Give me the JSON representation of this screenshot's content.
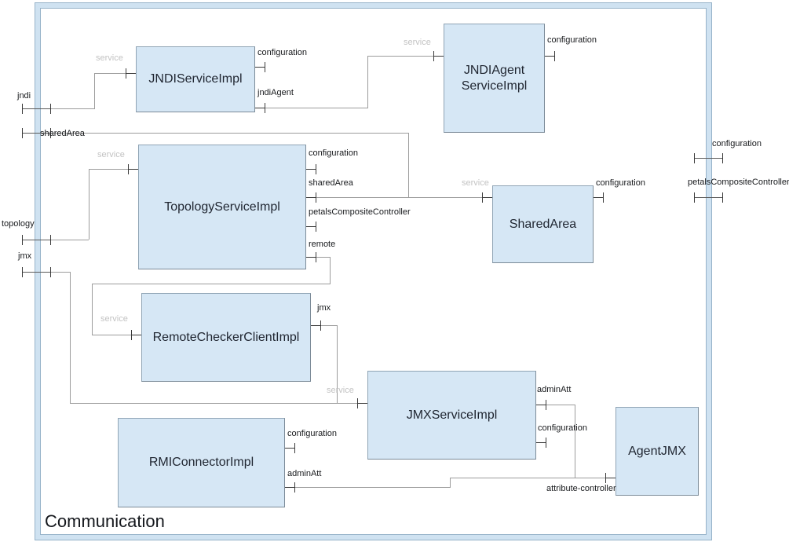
{
  "composite": {
    "name": "Communication",
    "ports": {
      "jndi": "jndi",
      "sharedArea": "sharedArea",
      "topology": "topology",
      "jmx": "jmx",
      "configuration": "configuration",
      "petalsCompositeController": "petalsCompositeController"
    }
  },
  "components": {
    "jndiService": {
      "label": "JNDIServiceImpl",
      "ports": {
        "service": "service",
        "configuration": "configuration",
        "jndiAgent": "jndiAgent"
      }
    },
    "jndiAgentService": {
      "label": "JNDIAgent ServiceImpl",
      "ports": {
        "service": "service",
        "configuration": "configuration"
      }
    },
    "topologyService": {
      "label": "TopologyServiceImpl",
      "ports": {
        "service": "service",
        "configuration": "configuration",
        "sharedArea": "sharedArea",
        "petalsCompositeController": "petalsCompositeController",
        "remote": "remote"
      }
    },
    "sharedArea": {
      "label": "SharedArea",
      "ports": {
        "service": "service",
        "configuration": "configuration"
      }
    },
    "remoteCheckerClient": {
      "label": "RemoteCheckerClientImpl",
      "ports": {
        "service": "service",
        "jmx": "jmx"
      }
    },
    "jmxService": {
      "label": "JMXServiceImpl",
      "ports": {
        "service": "service",
        "adminAtt": "adminAtt",
        "configuration": "configuration"
      }
    },
    "rmiConnector": {
      "label": "RMIConnectorImpl",
      "ports": {
        "configuration": "configuration",
        "adminAtt": "adminAtt"
      }
    },
    "agentJmx": {
      "label": "AgentJMX",
      "ports": {
        "attributeController": "attribute-controller"
      }
    }
  },
  "colors": {
    "component_fill": "#d6e7f5",
    "component_border": "#8ba0b3",
    "frame_fill": "#cfe2f1",
    "frame_border": "#97b3c9",
    "wire": "#9c9c9c",
    "port_tick": "#3a3a3a",
    "label": "#17191c",
    "muted_label": "#c3c3c3"
  }
}
